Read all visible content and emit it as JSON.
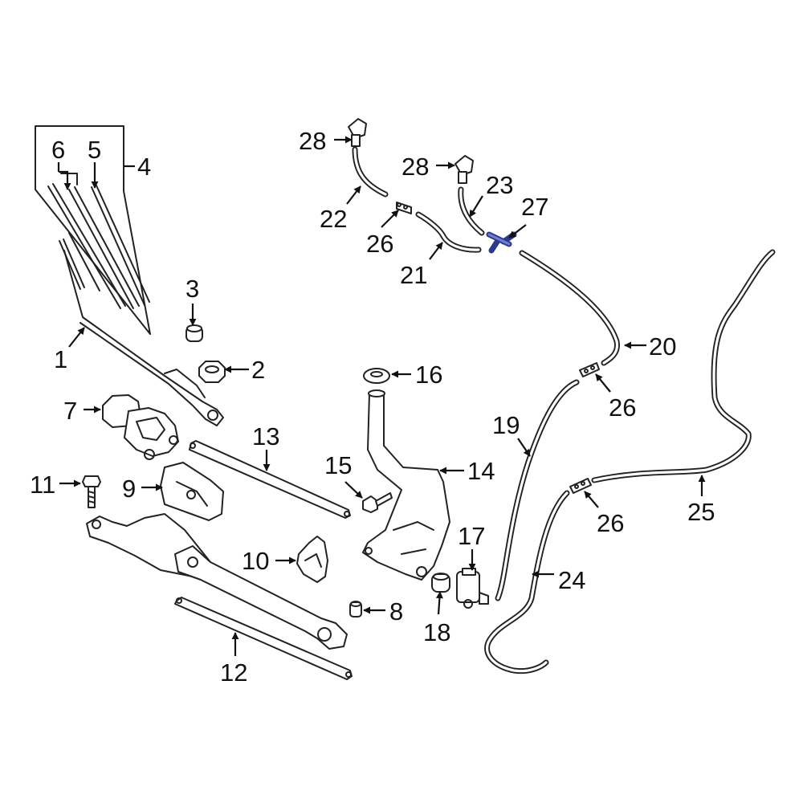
{
  "diagram": {
    "highlight_color": "#2d3a8c",
    "callouts": [
      {
        "id": "c1",
        "label": "1"
      },
      {
        "id": "c2",
        "label": "2"
      },
      {
        "id": "c3",
        "label": "3"
      },
      {
        "id": "c4",
        "label": "4"
      },
      {
        "id": "c5",
        "label": "5"
      },
      {
        "id": "c6",
        "label": "6"
      },
      {
        "id": "c7",
        "label": "7"
      },
      {
        "id": "c8",
        "label": "8"
      },
      {
        "id": "c9",
        "label": "9"
      },
      {
        "id": "c10",
        "label": "10"
      },
      {
        "id": "c11",
        "label": "11"
      },
      {
        "id": "c12",
        "label": "12"
      },
      {
        "id": "c13",
        "label": "13"
      },
      {
        "id": "c14",
        "label": "14"
      },
      {
        "id": "c15",
        "label": "15"
      },
      {
        "id": "c16",
        "label": "16"
      },
      {
        "id": "c17",
        "label": "17"
      },
      {
        "id": "c18",
        "label": "18"
      },
      {
        "id": "c19",
        "label": "19"
      },
      {
        "id": "c20",
        "label": "20"
      },
      {
        "id": "c21",
        "label": "21"
      },
      {
        "id": "c22",
        "label": "22"
      },
      {
        "id": "c23",
        "label": "23"
      },
      {
        "id": "c24",
        "label": "24"
      },
      {
        "id": "c25",
        "label": "25"
      },
      {
        "id": "c26a",
        "label": "26"
      },
      {
        "id": "c26b",
        "label": "26"
      },
      {
        "id": "c26c",
        "label": "26"
      },
      {
        "id": "c27",
        "label": "27"
      },
      {
        "id": "c28a",
        "label": "28"
      },
      {
        "id": "c28b",
        "label": "28"
      }
    ]
  }
}
